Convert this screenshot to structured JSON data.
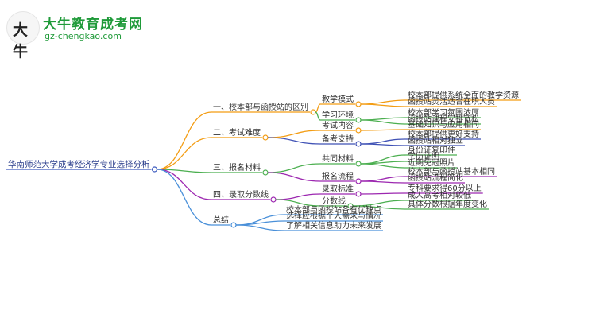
{
  "logo": {
    "glyph": "大牛",
    "brand": "大牛教育成考网",
    "domain": "gz-chengkao.com"
  },
  "colors": {
    "root": "#3d5bbf",
    "branch1": "#f39c12",
    "branch2": "#f39c12",
    "branch3": "#4caf50",
    "branch4": "#9c27b0",
    "branch5": "#4a90d9",
    "level2_1": "#4caf50",
    "level2_2": "#3f51b5",
    "level2_3": "#9c27b0",
    "level2_4": "#4caf50",
    "level2_5": "#9c27b0"
  },
  "mindmap": {
    "root": "华南师范大学成考经济学专业选择分析",
    "branches": [
      {
        "label": "一、校本部与函授站的区别",
        "children": [
          {
            "label": "教学模式",
            "children": [
              "校本部提供系统全面的教学资源",
              "函授站灵活适合在职人员"
            ]
          },
          {
            "label": "学习环境",
            "children": [
              "校本部学习氛围浓厚",
              "函授站课程安排宽松"
            ]
          }
        ]
      },
      {
        "label": "二、考试难度",
        "children": [
          {
            "label": "考试内容",
            "children": [
              "基础知识与应用相同"
            ]
          },
          {
            "label": "备考支持",
            "children": [
              "校本部提供更好支持",
              "函授站相对独立"
            ]
          }
        ]
      },
      {
        "label": "三、报名材料",
        "children": [
          {
            "label": "共同材料",
            "children": [
              "身份证复印件",
              "学历证明",
              "近期免冠照片"
            ]
          },
          {
            "label": "报名流程",
            "children": [
              "校本部与函授站基本相同",
              "函授站流程简化"
            ]
          }
        ]
      },
      {
        "label": "四、录取分数线",
        "children": [
          {
            "label": "录取标准",
            "children": [
              "专科要求得60分以上"
            ]
          },
          {
            "label": "分数线",
            "children": [
              "成人高考相对较低",
              "具体分数根据年度变化"
            ]
          }
        ]
      },
      {
        "label": "总结",
        "children": [
          "校本部与函授站各有优缺点",
          "选择应根据个人需求与情况",
          "了解相关信息助力未来发展"
        ]
      }
    ]
  }
}
